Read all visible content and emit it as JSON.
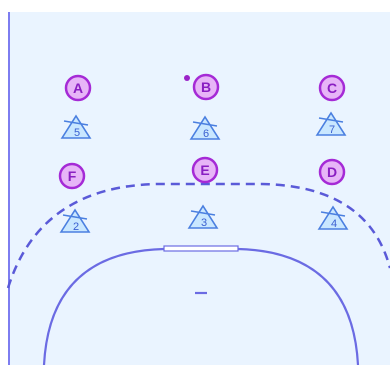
{
  "court": {
    "background": "#eaf4ff",
    "line_color": "#6b6be3",
    "dash_color": "#5a5ad8",
    "sideline_color": "#7d7df0"
  },
  "offense": {
    "fill": "#e7b5f7",
    "stroke": "#a52ad6",
    "text_color": "#8a1ec2",
    "players": [
      {
        "label": "A"
      },
      {
        "label": "B"
      },
      {
        "label": "C"
      },
      {
        "label": "F"
      },
      {
        "label": "E"
      },
      {
        "label": "D"
      }
    ]
  },
  "defense": {
    "fill": "#c9e7ff",
    "stroke": "#4a7fe0",
    "text_color": "#3a5fd0",
    "players": [
      {
        "number": "5"
      },
      {
        "number": "6"
      },
      {
        "number": "7"
      },
      {
        "number": "2"
      },
      {
        "number": "3"
      },
      {
        "number": "4"
      }
    ]
  },
  "ball": {
    "color": "#9b22c8"
  }
}
